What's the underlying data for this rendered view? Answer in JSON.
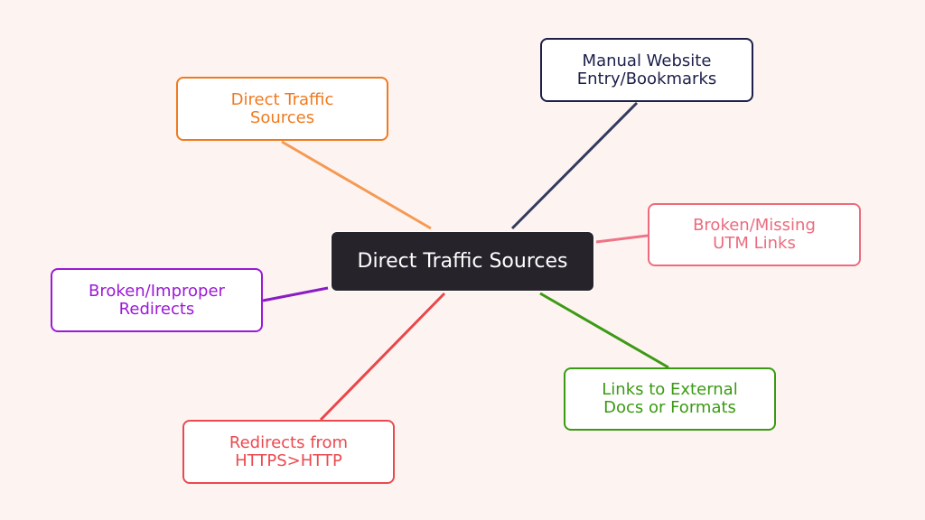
{
  "center": {
    "label": "Direct Traffic Sources"
  },
  "nodes": [
    {
      "id": "manual",
      "label": "Manual Website\nEntry/Bookmarks",
      "color": "#1c1f4a"
    },
    {
      "id": "direct",
      "label": "Direct Traffic\nSources",
      "color": "#f07a1f"
    },
    {
      "id": "utm",
      "label": "Broken/Missing\nUTM Links",
      "color": "#ec6b7e"
    },
    {
      "id": "improper",
      "label": "Broken/Improper\nRedirects",
      "color": "#9b1ad6"
    },
    {
      "id": "links",
      "label": "Links to External\nDocs or Formats",
      "color": "#3a9a12"
    },
    {
      "id": "https",
      "label": "Redirects from\nHTTPS>HTTP",
      "color": "#ea4a4f"
    }
  ],
  "link_colors": {
    "manual": "#343a5e",
    "direct": "#f59a55",
    "utm": "#ee7488",
    "improper": "#8a1cc4",
    "links": "#3c9a14",
    "https": "#e8474c"
  }
}
